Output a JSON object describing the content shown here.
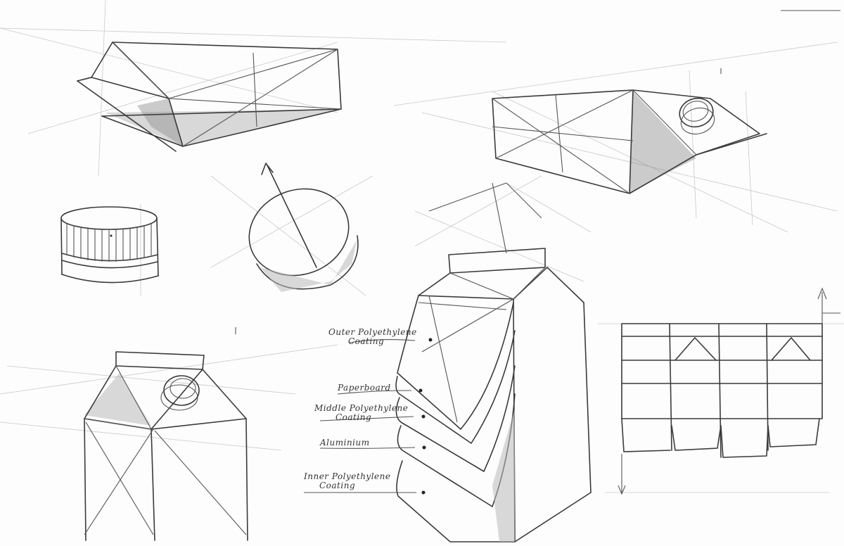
{
  "labels": {
    "outer": {
      "line1": "Outer Polyethylene",
      "line2": "Coating"
    },
    "paperboard": {
      "line1": "Paperboard"
    },
    "middle": {
      "line1": "Middle Polyethylene",
      "line2": "Coating"
    },
    "aluminium": {
      "line1": "Aluminium"
    },
    "inner": {
      "line1": "Inner Polyethylene",
      "line2": "Coating"
    }
  },
  "colors": {
    "ink": "#3a3a3a",
    "construction": "#c9c9c9",
    "paper": "#fdfdfd"
  }
}
